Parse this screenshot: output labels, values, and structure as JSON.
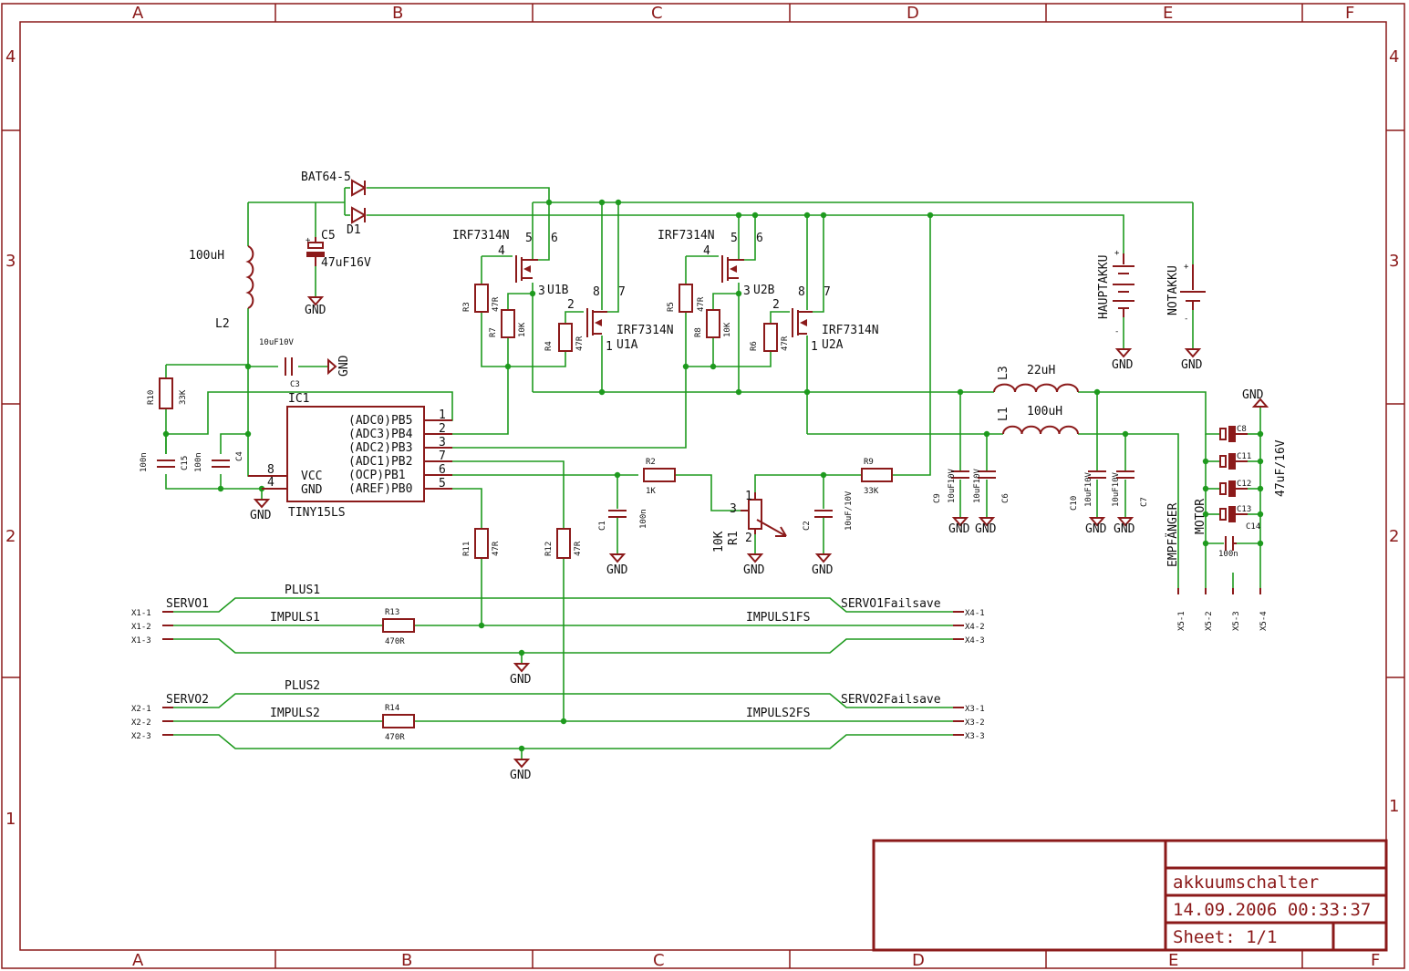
{
  "frame": {
    "columns": [
      "A",
      "B",
      "C",
      "D",
      "E",
      "F"
    ],
    "rows": [
      "4",
      "3",
      "2",
      "1"
    ]
  },
  "title_block": {
    "name": "akkuumschalter",
    "date": "14.09.2006 00:33:37",
    "sheet": "Sheet: 1/1"
  },
  "ic": {
    "ref": "IC1",
    "value": "TINY15LS",
    "left_pins": [
      {
        "num": "8",
        "name": "VCC"
      },
      {
        "num": "4",
        "name": "GND"
      }
    ],
    "right_pins": [
      {
        "num": "1",
        "name": "(ADC0)PB5"
      },
      {
        "num": "2",
        "name": "(ADC3)PB4"
      },
      {
        "num": "3",
        "name": "(ADC2)PB3"
      },
      {
        "num": "7",
        "name": "(ADC1)PB2"
      },
      {
        "num": "6",
        "name": "(OCP)PB1"
      },
      {
        "num": "5",
        "name": "(AREF)PB0"
      }
    ]
  },
  "gnd": "GND",
  "diode": {
    "value": "BAT64-5",
    "ref": "D1"
  },
  "c5": {
    "ref": "C5",
    "value": "47uF16V"
  },
  "l2": {
    "ref": "L2",
    "value": "100uH"
  },
  "l3": {
    "ref": "L3",
    "value": "22uH"
  },
  "l1": {
    "ref": "L1",
    "value": "100uH"
  },
  "c3": {
    "ref": "C3",
    "value": "10uF10V"
  },
  "r10": {
    "ref": "R10",
    "value": "33K"
  },
  "c15": {
    "ref": "C15",
    "value": "100n"
  },
  "c4": {
    "ref": "C4",
    "value": "100n"
  },
  "mosfets": [
    {
      "ref": "U1B",
      "value": "IRF7314N",
      "pins": [
        "4",
        "5",
        "6",
        "3"
      ]
    },
    {
      "ref": "U1A",
      "value": "IRF7314N",
      "pins": [
        "2",
        "8",
        "7",
        "1"
      ]
    },
    {
      "ref": "U2B",
      "value": "IRF7314N",
      "pins": [
        "4",
        "5",
        "6",
        "3"
      ]
    },
    {
      "ref": "U2A",
      "value": "IRF7314N",
      "pins": [
        "2",
        "8",
        "7",
        "1"
      ]
    }
  ],
  "resistors": {
    "r3": {
      "ref": "R3",
      "value": "47R"
    },
    "r7": {
      "ref": "R7",
      "value": "10K"
    },
    "r4": {
      "ref": "R4",
      "value": "47R"
    },
    "r5": {
      "ref": "R5",
      "value": "47R"
    },
    "r8": {
      "ref": "R8",
      "value": "10K"
    },
    "r6": {
      "ref": "R6",
      "value": "47R"
    },
    "r2": {
      "ref": "R2",
      "value": "1K"
    },
    "r9": {
      "ref": "R9",
      "value": "33K"
    },
    "r11": {
      "ref": "R11",
      "value": "47R"
    },
    "r12": {
      "ref": "R12",
      "value": "47R"
    },
    "r13": {
      "ref": "R13",
      "value": "470R"
    },
    "r14": {
      "ref": "R14",
      "value": "470R"
    }
  },
  "c1": {
    "ref": "C1",
    "value": "100n"
  },
  "c2": {
    "ref": "C2",
    "value": "10uF/10V"
  },
  "r1": {
    "ref": "R1",
    "value": "10K",
    "pins": [
      "1",
      "2",
      "3"
    ]
  },
  "c9": {
    "ref": "C9",
    "value": "10uF10V"
  },
  "c6": {
    "ref": "C6",
    "value": "10uF10V"
  },
  "c10": {
    "ref": "C10",
    "value": "10uF10V"
  },
  "c7": {
    "ref": "C7",
    "value": "10uF10V"
  },
  "motor_caps": {
    "refs": [
      "C8",
      "C11",
      "C12",
      "C13",
      "C14"
    ],
    "value": "47uF/16V",
    "c14_value": "100n"
  },
  "batteries": [
    {
      "name": "HAUPTAKKU",
      "plus": "+",
      "minus": "-"
    },
    {
      "name": "NOTAKKU",
      "plus": "+",
      "minus": "-"
    }
  ],
  "x5": {
    "pins": [
      "X5-1",
      "X5-2",
      "X5-3",
      "X5-4"
    ],
    "empf": "EMPFÄNGER",
    "motor": "MOTOR"
  },
  "servo1": {
    "label": "SERVO1",
    "plus": "PLUS1",
    "impuls": "IMPULS1",
    "impuls_fs": "IMPULS1FS",
    "failsave": "SERVO1Failsave",
    "left_pins": [
      "X1-1",
      "X1-2",
      "X1-3"
    ],
    "right_pins": [
      "X4-1",
      "X4-2",
      "X4-3"
    ]
  },
  "servo2": {
    "label": "SERVO2",
    "plus": "PLUS2",
    "impuls": "IMPULS2",
    "impuls_fs": "IMPULS2FS",
    "failsave": "SERVO2Failsave",
    "left_pins": [
      "X2-1",
      "X2-2",
      "X2-3"
    ],
    "right_pins": [
      "X3-1",
      "X3-2",
      "X3-3"
    ]
  }
}
